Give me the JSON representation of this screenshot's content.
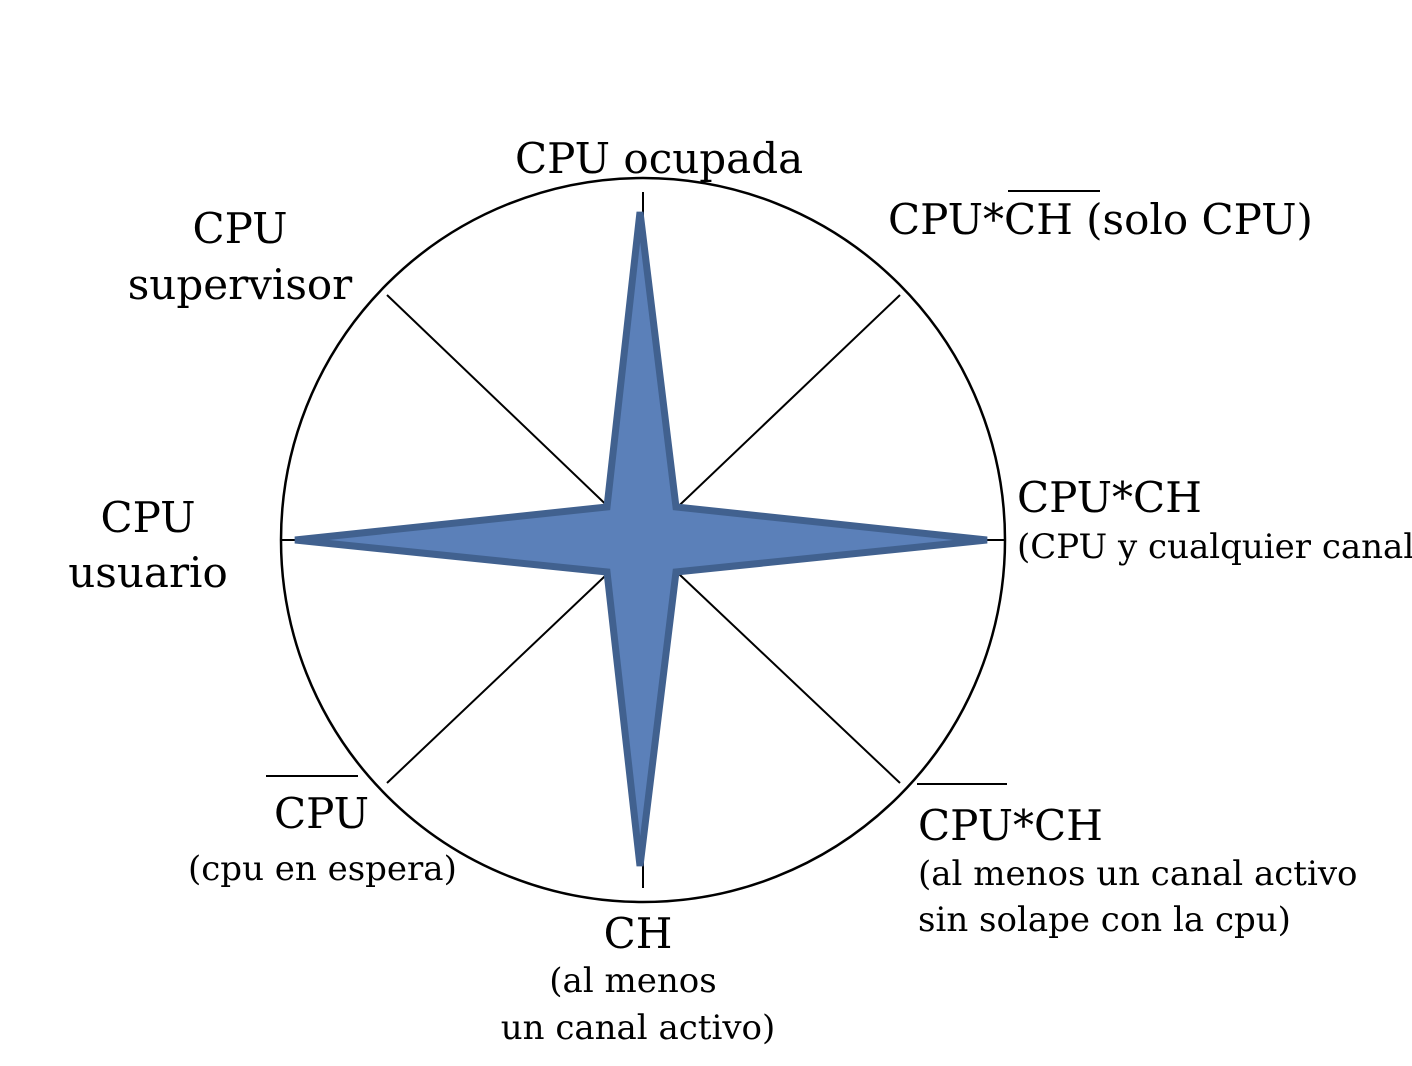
{
  "colors": {
    "star_fill": "#5b80b9",
    "star_stroke": "#41618f",
    "lines": "#000000"
  },
  "labels": {
    "top": "CPU ocupada",
    "top_right": "CPU*CH (solo CPU)",
    "right_line1": "CPU*CH",
    "right_line2": "(CPU y cualquier canal)",
    "bottom_right_line1": "CPU*CH",
    "bottom_right_line2": "(al menos un canal activo",
    "bottom_right_line3": "sin solape con la cpu)",
    "bottom_line1": "CH",
    "bottom_line2": "(al menos",
    "bottom_line3": "un canal activo)",
    "bottom_left_line1": "CPU",
    "bottom_left_line2": "(cpu en espera)",
    "left_line1": "CPU",
    "left_line2": "usuario",
    "top_left_line1": "CPU",
    "top_left_line2": "supervisor"
  }
}
